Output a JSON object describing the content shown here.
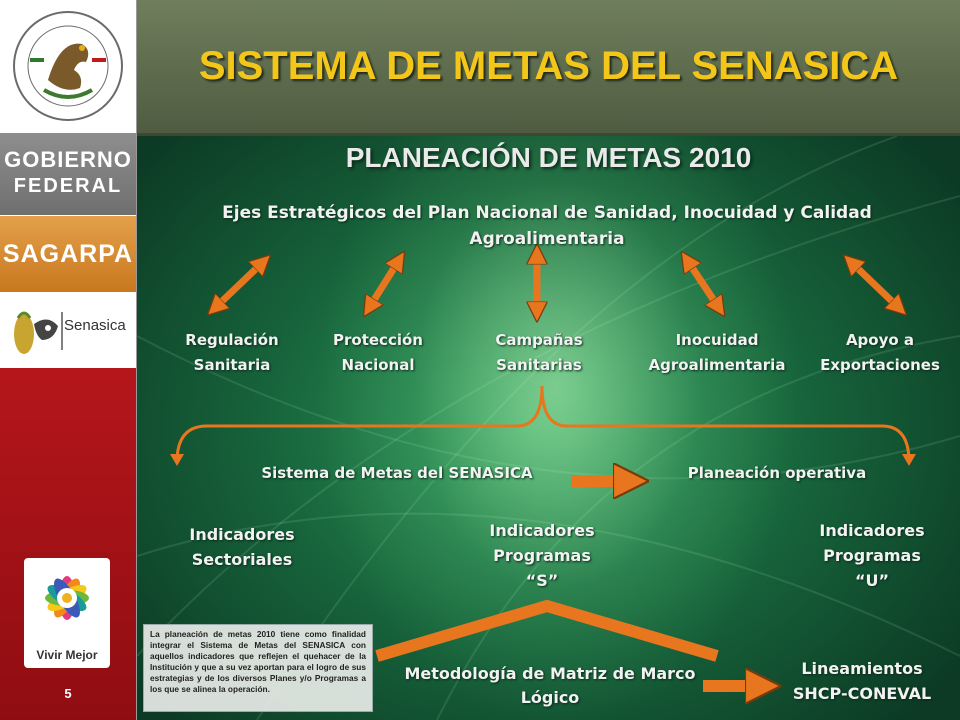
{
  "header": {
    "title": "SISTEMA DE METAS DEL SENASICA"
  },
  "sidebar": {
    "gobierno_line1": "GOBIERNO",
    "gobierno_line2": "FEDERAL",
    "sagarpa": "SAGARPA",
    "senasica": "Senasica",
    "vivir_mejor": "Vivir Mejor",
    "page_number": "5",
    "seal_icon": "mexican-coat-of-arms-seal"
  },
  "slide": {
    "subtitle": "PLANEACIÓN DE METAS  2010",
    "ejes": "Ejes Estratégicos del Plan Nacional de Sanidad, Inocuidad y Calidad Agroalimentaria",
    "axes": [
      {
        "line1": "Regulación",
        "line2": "Sanitaria"
      },
      {
        "line1": "Protección",
        "line2": "Nacional"
      },
      {
        "line1": "Campañas",
        "line2": "Sanitarias"
      },
      {
        "line1": "Inocuidad",
        "line2": "Agroalimentaria"
      },
      {
        "line1": "Apoyo a",
        "line2": "Exportaciones"
      }
    ],
    "sistema_metas": "Sistema de Metas del SENASICA",
    "planeacion_operativa": "Planeación operativa",
    "ind_sectoriales": {
      "line1": "Indicadores",
      "line2": "Sectoriales"
    },
    "ind_s": {
      "line1": "Indicadores",
      "line2": "Programas",
      "line3": "“S”"
    },
    "ind_u": {
      "line1": "Indicadores",
      "line2": "Programas",
      "line3": "“U”"
    },
    "metodologia": {
      "line1": "Metodología de Matriz de Marco",
      "line2": "Lógico"
    },
    "lineamientos": {
      "line1": "Lineamientos",
      "line2": "SHCP-CONEVAL"
    },
    "note": "La planeación de metas 2010 tiene como finalidad integrar el Sistema de Metas del SENASICA con aquellos indicadores que reflejen el quehacer de la Institución y que a su vez aportan para el logro de sus estrategias y de los diversos Planes y/o Programas a los que se alinea la operación."
  },
  "colors": {
    "title_yellow": "#f3c61a",
    "arrow_orange": "#e8761e",
    "header_green": "#5d6b4b",
    "sidebar_red": "#a51218",
    "sagarpa_orange": "#d98a2c"
  }
}
